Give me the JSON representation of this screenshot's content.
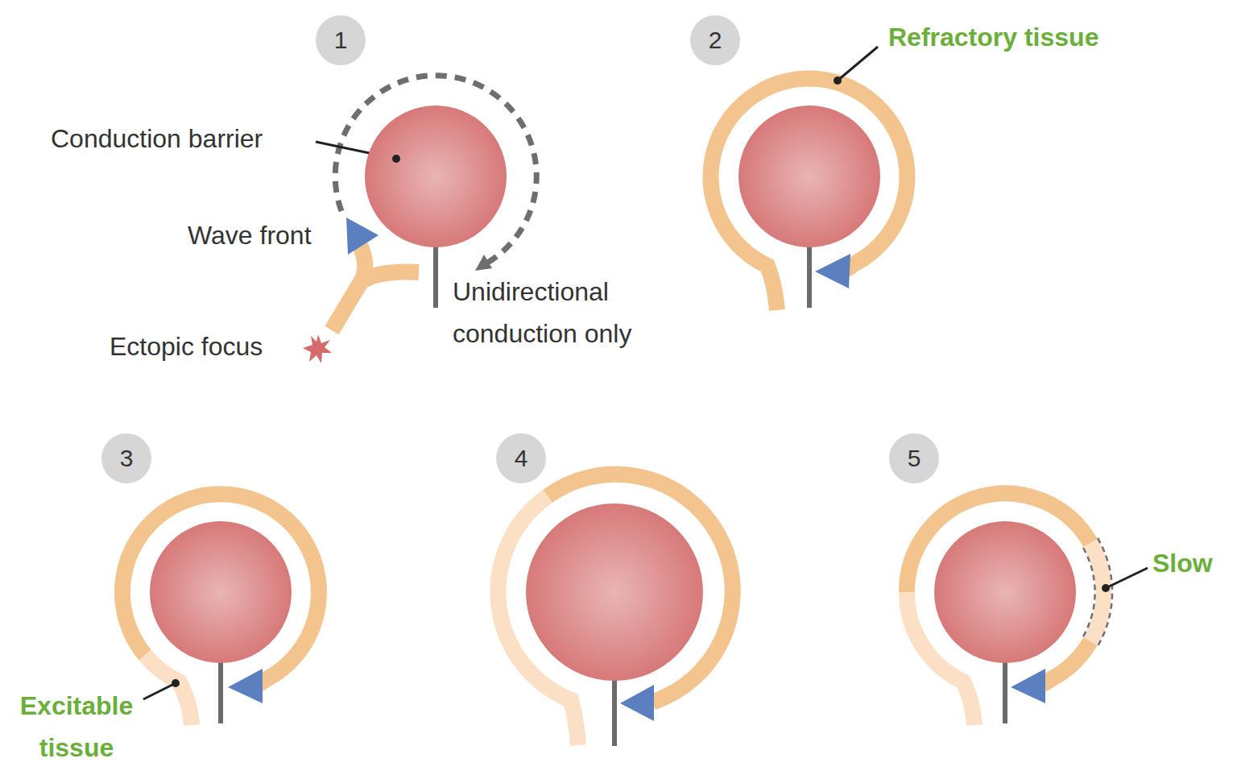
{
  "diagram": {
    "nodes": [
      {
        "text": [
          "1"
        ]
      },
      {
        "text": [
          "2"
        ]
      },
      {
        "text": [
          "3"
        ]
      },
      {
        "text": [
          "4"
        ]
      },
      {
        "text": [
          "5"
        ]
      }
    ],
    "labels": [
      "Conduction barrier",
      "Wave front",
      "Unidirectional conduction only",
      "Ectopic focus",
      "Refractory tissue",
      "Excitable tissue",
      "Slow"
    ]
  }
}
